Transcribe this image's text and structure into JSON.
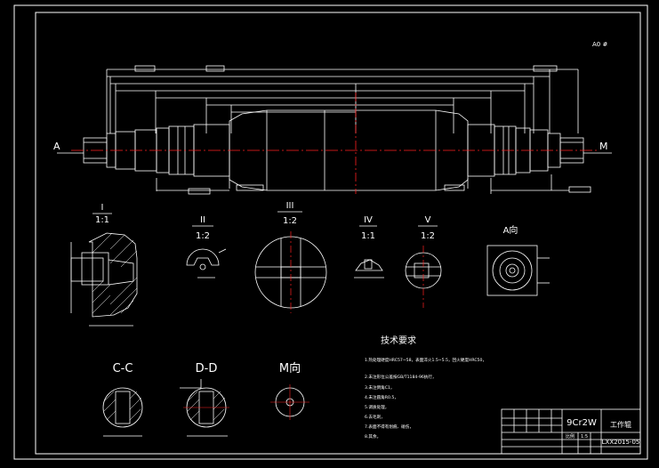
{
  "drawing": {
    "corner_note": "A0 #",
    "section_markers": {
      "left": "A",
      "right": "M"
    },
    "details": [
      {
        "id": "I",
        "scale": "1:1"
      },
      {
        "id": "II",
        "scale": "1:2"
      },
      {
        "id": "III",
        "scale": "1:2"
      },
      {
        "id": "IV",
        "scale": "1:1"
      },
      {
        "id": "V",
        "scale": "1:2"
      }
    ],
    "view_a_label": "A向",
    "sections": {
      "cc": "C-C",
      "dd": "D-D",
      "m_view": "M向"
    },
    "tech_requirements": {
      "title": "技术要求",
      "lines": [
        "1.热处理硬度HRC57~58，表面淬火1.5~5.5，回火硬度HRC50，",
        "2.未注形位公差按GB/T1184-96执行，",
        "3.未注倒角C1，",
        "4.未注圆角R0.5，",
        "5.调质处理，",
        "6.去毛刺，",
        "7.表面不得有划痕、碰伤，",
        "8.其余。"
      ]
    },
    "title_block": {
      "material": "9Cr2W",
      "part_name": "工作辊",
      "drawing_no": "LXX2015-05",
      "scale_label": "比例",
      "scale_value": "1:5"
    },
    "colors": {
      "background": "#000000",
      "outline": "#ffffff",
      "centerline": "#ff2020"
    }
  }
}
